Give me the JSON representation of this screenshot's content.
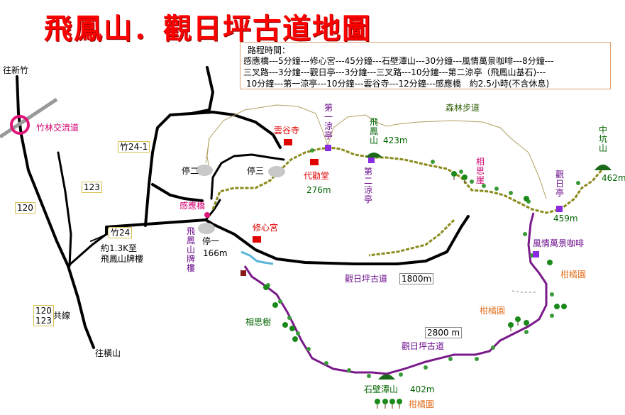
{
  "title": "飛鳳山．觀日坪古道地圖",
  "route_box": {
    "heading": "路程時間：",
    "line1": "感應橋---5分鐘---修心宮---45分鐘---石壁潭山---30分鐘---風情萬景咖啡---8分鐘---",
    "line2": "三叉路---3分鐘---觀日亭---3分鐘---三叉路---10分鐘---第二涼亭（飛鳳山基石)---",
    "line3": "10分鐘---第一涼亭---10分鐘---雲谷寺---12分鐘---感應橋　約2.5小時(不含休息)"
  },
  "labels": {
    "to_xinzhu": "往新竹",
    "zhulin_ic": "竹林交流道",
    "road_zhu24_1": "竹24-1",
    "road_123": "123",
    "road_120": "120",
    "road_zhu24": "竹24",
    "arch_note_1": "約1.3K至",
    "arch_note_2": "飛鳳山牌樓",
    "shared_1": "120",
    "shared_2": "123",
    "shared_3": "共線",
    "to_hengshan": "往橫山",
    "pavilion_2": "停二",
    "pavilion_3": "停三",
    "pavilion_1": "停一",
    "ganying_bridge": "感應橋",
    "arch": "飛鳳山牌樓",
    "elev_166": "166m",
    "yungu_temple": "雲谷寺",
    "daiquan_hall": "代勸堂",
    "elev_276": "276m",
    "xiuxin_temple": "修心宮",
    "first_pavilion": "第一涼亭",
    "second_pavilion": "第二涼亭",
    "feifeng_peak": "飛鳳山",
    "elev_423": "423m",
    "forest_trail": "森林步道",
    "acacia_top": "相思崖",
    "sunrise_pavilion": "觀日亭",
    "zhongkeng_peak": "中坑山",
    "elev_462": "462m",
    "elev_459": "459m",
    "cafe": "風情萬景咖啡",
    "citrus_1": "柑橘園",
    "citrus_2": "柑橘園",
    "citrus_3": "柑橘園",
    "trail_name_1": "觀日坪古道",
    "dist_1800": "1800m",
    "trail_name_2": "觀日坪古道",
    "dist_2800": "2800 m",
    "acacia_trees": "相思樹",
    "shibitan_peak": "石壁潭山",
    "elev_402": "402m"
  },
  "colors": {
    "title": "#ff0000",
    "road": "#000000",
    "trail_olive": "#8a8a1a",
    "trail_purple": "#7a1a8a",
    "forest_path": "#b0a060",
    "marker_purple": "#8a2be2",
    "temple_red": "#e00000",
    "peak_green": "#1a6a1a",
    "interchange": "#e0157a"
  }
}
